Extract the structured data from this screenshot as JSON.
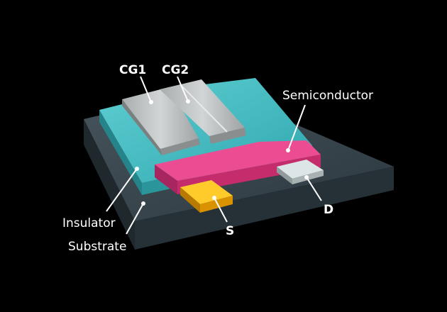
{
  "labels": {
    "cg1": "CG1",
    "cg2": "CG2",
    "semiconductor": "Semiconductor",
    "insulator": "Insulator",
    "substrate": "Substrate",
    "source": "S",
    "drain": "D"
  },
  "colors": {
    "background": "#000000",
    "substrate": "#3c4a52",
    "insulator": "#3eb8be",
    "semiconductor": "#e0357e",
    "gate": "#b9bcbd",
    "source": "#f5b400",
    "drain": "#d5dedf",
    "label_text": "#ffffff"
  }
}
